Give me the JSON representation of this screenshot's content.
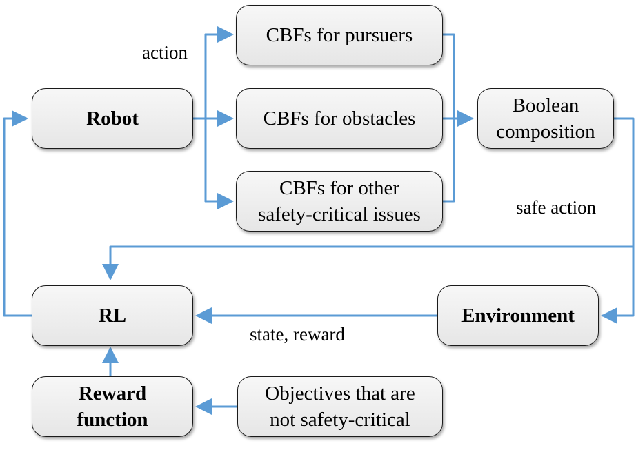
{
  "boxes": {
    "robot": "Robot",
    "cbf_pursuers": "CBFs for pursuers",
    "cbf_obstacles": "CBFs for obstacles",
    "cbf_other_line1": "CBFs for other",
    "cbf_other_line2": "safety-critical issues",
    "boolean_line1": "Boolean",
    "boolean_line2": "composition",
    "rl": "RL",
    "environment": "Environment",
    "reward_line1": "Reward",
    "reward_line2": "function",
    "objectives_line1": "Objectives that are",
    "objectives_line2": "not safety-critical"
  },
  "labels": {
    "action": "action",
    "safe_action": "safe action",
    "state_reward": "state, reward"
  },
  "colors": {
    "arrow": "#5b9bd5",
    "box_border": "#1a1a1a"
  }
}
